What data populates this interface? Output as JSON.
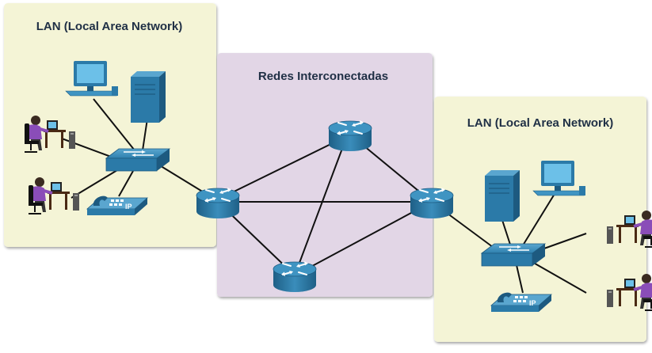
{
  "regions": {
    "lan_left": {
      "title": "LAN (Local Area Network)",
      "color": "#f4f4d6"
    },
    "internet": {
      "title": "Redes Interconectadas",
      "color": "#e2d6e6"
    },
    "lan_right": {
      "title": "LAN (Local Area Network)",
      "color": "#f4f4d6"
    }
  },
  "devices": {
    "ip_phone_left": {
      "icon": "ip-phone-icon",
      "label": "IP"
    },
    "ip_phone_right": {
      "icon": "ip-phone-icon",
      "label": "IP"
    }
  },
  "colors": {
    "device_blue": "#2b7aa8",
    "device_dark": "#1d5a80",
    "link": "#111111"
  }
}
